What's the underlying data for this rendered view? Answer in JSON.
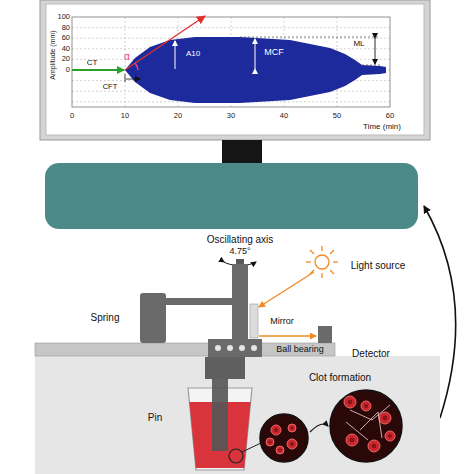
{
  "diagram": {
    "labels": [
      "100",
      "80",
      "60",
      "40",
      "20",
      "0",
      "0",
      "10",
      "20",
      "30",
      "40",
      "50",
      "60",
      "Time (min)",
      "Amplitude (mm)",
      "CT",
      "α",
      "CFT",
      "A10",
      "MCF",
      "ML",
      "Oscillating axis",
      "4.75°",
      "Light source",
      "Spring",
      "Mirror",
      "Ball bearing",
      "Detector",
      "Pin",
      "Clot formation"
    ]
  }
}
